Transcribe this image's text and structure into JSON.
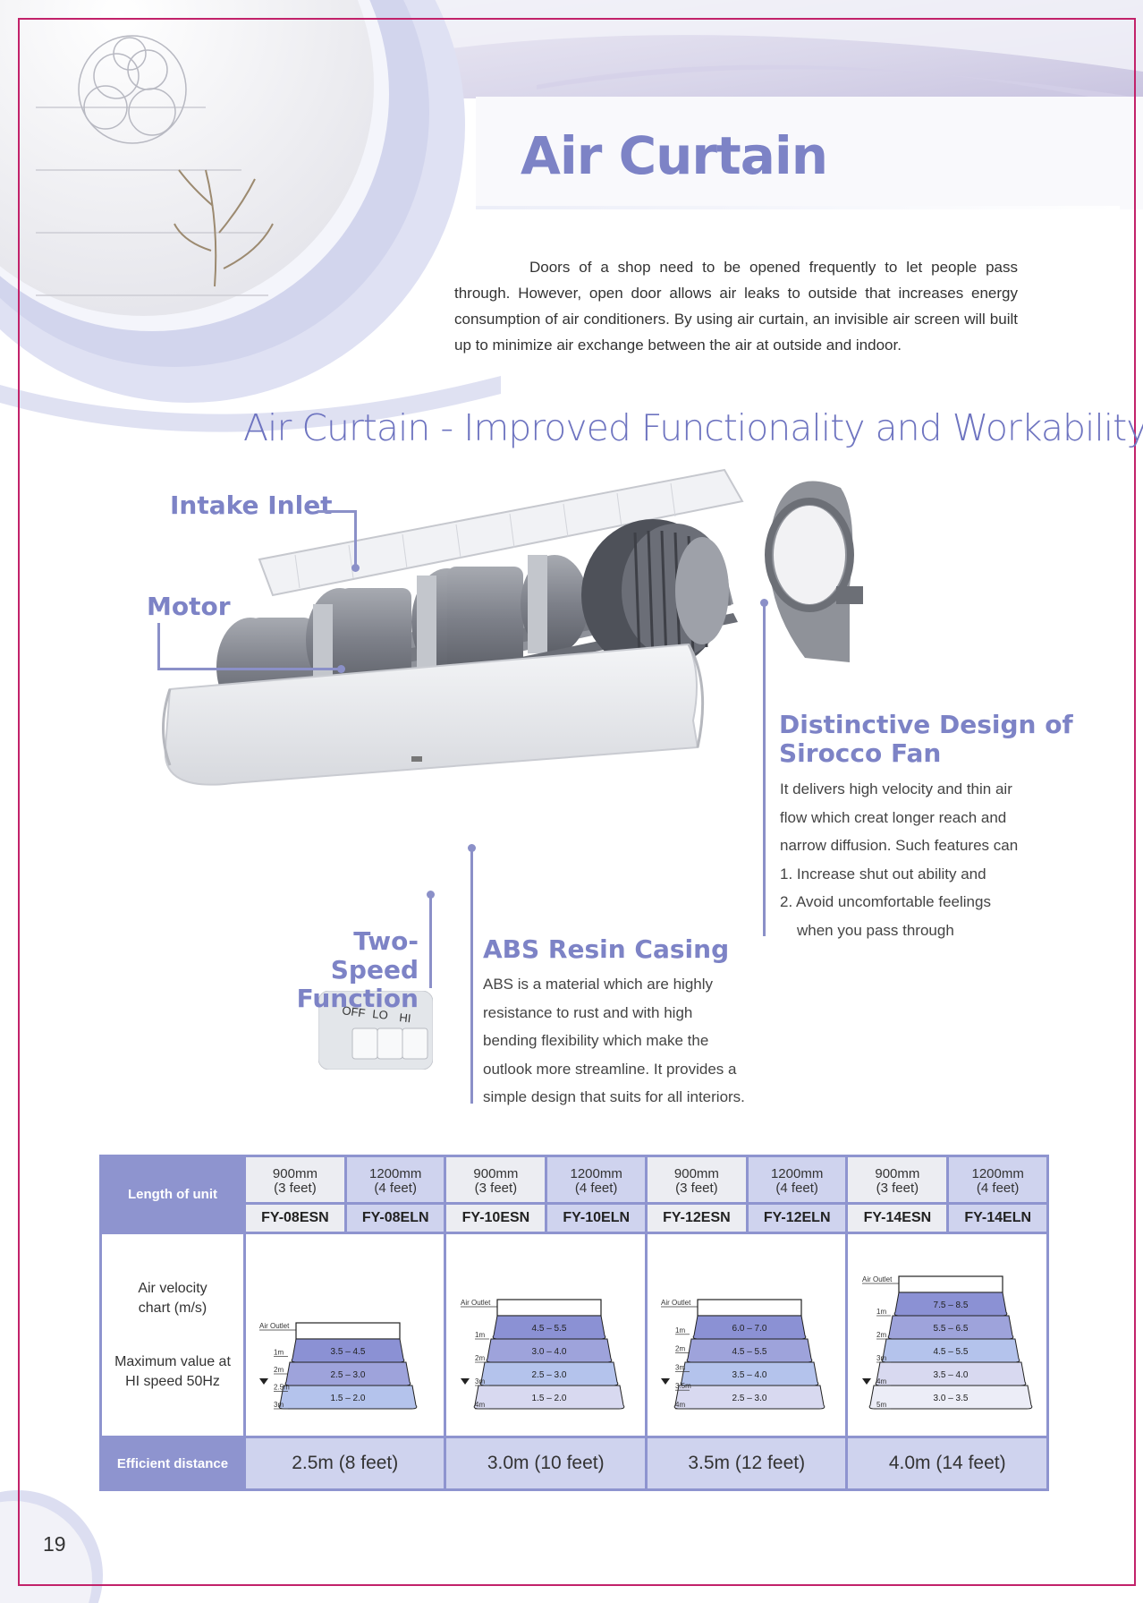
{
  "page": {
    "title": "Air Curtain",
    "intro": "Doors of a shop need to be opened frequently to let people pass through. However, open door allows air leaks to outside that increases energy consumption of air conditioners. By using air curtain, an invisible air screen will built up to minimize air exchange between the air at outside and indoor.",
    "subheading": "Air Curtain - Improved Functionality and Workability",
    "page_number": "19"
  },
  "callouts": {
    "intake_inlet": "Intake Inlet",
    "motor": "Motor",
    "sirocco_title_1": "Distinctive Design of",
    "sirocco_title_2": "Sirocco Fan",
    "sirocco_body": [
      "It delivers high velocity and thin air",
      "flow which creat longer reach and",
      "narrow diffusion. Such features can",
      "1. Increase shut out ability and",
      "2. Avoid uncomfortable feelings",
      "when you pass through"
    ],
    "two_speed_1": "Two-Speed",
    "two_speed_2": "Function",
    "switch_labels": [
      "OFF",
      "LO",
      "HI"
    ],
    "abs_title": "ABS Resin Casing",
    "abs_body": [
      "ABS is a material which are highly",
      "resistance to rust and with high",
      "bending flexibility which make the",
      "outlook more streamline. It provides a",
      "simple design that suits for all interiors."
    ]
  },
  "table": {
    "length_label": "Length of unit",
    "chart_label_1": "Air velocity",
    "chart_label_2": "chart (m/s)",
    "chart_label_3": "Maximum value at",
    "chart_label_4": "HI speed 50Hz",
    "efficient_label": "Efficient distance",
    "units": [
      {
        "length": "900mm",
        "feet": "(3 feet)",
        "model": "FY-08ESN"
      },
      {
        "length": "1200mm",
        "feet": "(4 feet)",
        "model": "FY-08ELN"
      },
      {
        "length": "900mm",
        "feet": "(3 feet)",
        "model": "FY-10ESN"
      },
      {
        "length": "1200mm",
        "feet": "(4 feet)",
        "model": "FY-10ELN"
      },
      {
        "length": "900mm",
        "feet": "(3 feet)",
        "model": "FY-12ESN"
      },
      {
        "length": "1200mm",
        "feet": "(4 feet)",
        "model": "FY-12ELN"
      },
      {
        "length": "900mm",
        "feet": "(3 feet)",
        "model": "FY-14ESN"
      },
      {
        "length": "1200mm",
        "feet": "(4 feet)",
        "model": "FY-14ELN"
      }
    ],
    "groups": [
      {
        "efficient": "2.5m (8 feet)",
        "outlet": "Air Outlet",
        "bands": [
          "3.5 – 4.5",
          "2.5 – 3.0",
          "1.5 – 2.0"
        ],
        "marks": [
          "1m",
          "2m",
          "2.5m",
          "3m"
        ]
      },
      {
        "efficient": "3.0m (10 feet)",
        "outlet": "Air Outlet",
        "bands": [
          "4.5 – 5.5",
          "3.0 – 4.0",
          "2.5 – 3.0",
          "1.5 – 2.0"
        ],
        "marks": [
          "1m",
          "2m",
          "3m",
          "4m"
        ]
      },
      {
        "efficient": "3.5m (12 feet)",
        "outlet": "Air Outlet",
        "bands": [
          "6.0 – 7.0",
          "4.5 – 5.5",
          "3.5 – 4.0",
          "2.5 – 3.0"
        ],
        "marks": [
          "1m",
          "2m",
          "3m",
          "3.5m",
          "4m"
        ]
      },
      {
        "efficient": "4.0m (14 feet)",
        "outlet": "Air Outlet",
        "bands": [
          "7.5 – 8.5",
          "5.5 – 6.5",
          "4.5 – 5.5",
          "3.5 – 4.0",
          "3.0 – 3.5"
        ],
        "marks": [
          "1m",
          "2m",
          "3m",
          "4m",
          "5m"
        ]
      }
    ]
  },
  "colors": {
    "accent": "#7d83c6",
    "border": "#c2226a",
    "table_header": "#8e94cf",
    "band_colors": [
      "#8b91d4",
      "#9ea3db",
      "#b4c3ec",
      "#d8d9f0",
      "#ecedf7"
    ]
  }
}
